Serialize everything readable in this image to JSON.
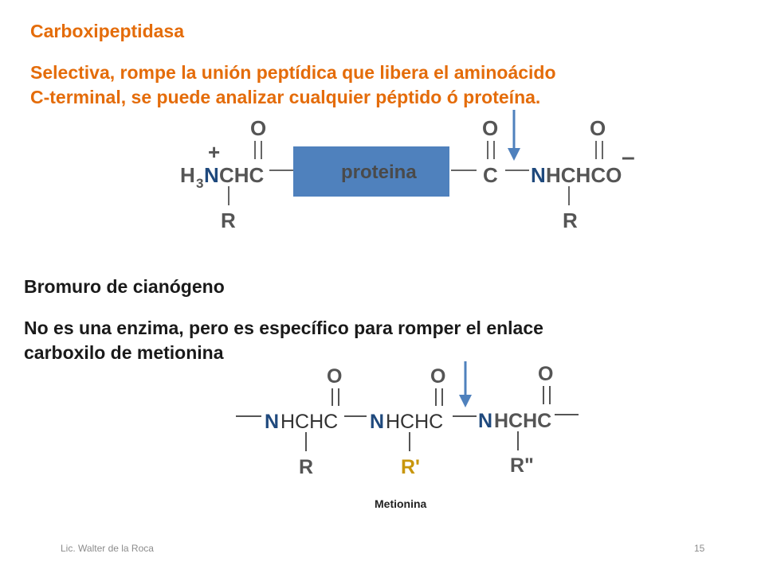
{
  "slide": {
    "section1": {
      "title": "Carboxipeptidasa",
      "line1": "Selectiva, rompe la unión peptídica que libera el aminoácido",
      "line2": "C-terminal, se puede analizar cualquier péptido ó proteína."
    },
    "section2": {
      "title": "Bromuro de cianógeno",
      "line1": "No es una enzima, pero es específico para romper el enlace",
      "line2": "carboxilo de metionina"
    }
  },
  "diagram1": {
    "box_label": "proteina",
    "charge_plus": "+",
    "charge_minus": "–",
    "left_group_h3": "H",
    "left_group_sub": "3",
    "left_group_n": "N",
    "left_group_rest": "CHC",
    "left_o": "O",
    "left_r": "R",
    "mid_o": "O",
    "mid_c": "C",
    "right_n": "N",
    "right_rest": "HCHCO",
    "right_o": "O",
    "right_r": "R"
  },
  "diagram2": {
    "unit1_n": "N",
    "unit1_rest": "HCHC",
    "unit1_o": "O",
    "unit1_r": "R",
    "unit2_n": "N",
    "unit2_rest": "HCHC",
    "unit2_o": "O",
    "unit2_r": "R'",
    "unit3_n": "N",
    "unit3_rest": "HCHC",
    "unit3_o": "O",
    "unit3_r": "R\"",
    "caption": "Metionina"
  },
  "colors": {
    "orange": "#e46c0a",
    "box_fill": "#4f81bd",
    "arrow": "#4f81bd",
    "n_atom": "#1f497d",
    "r_prime": "#c8960c"
  },
  "footer": {
    "author": "Lic. Walter de la Roca",
    "page": "15"
  }
}
